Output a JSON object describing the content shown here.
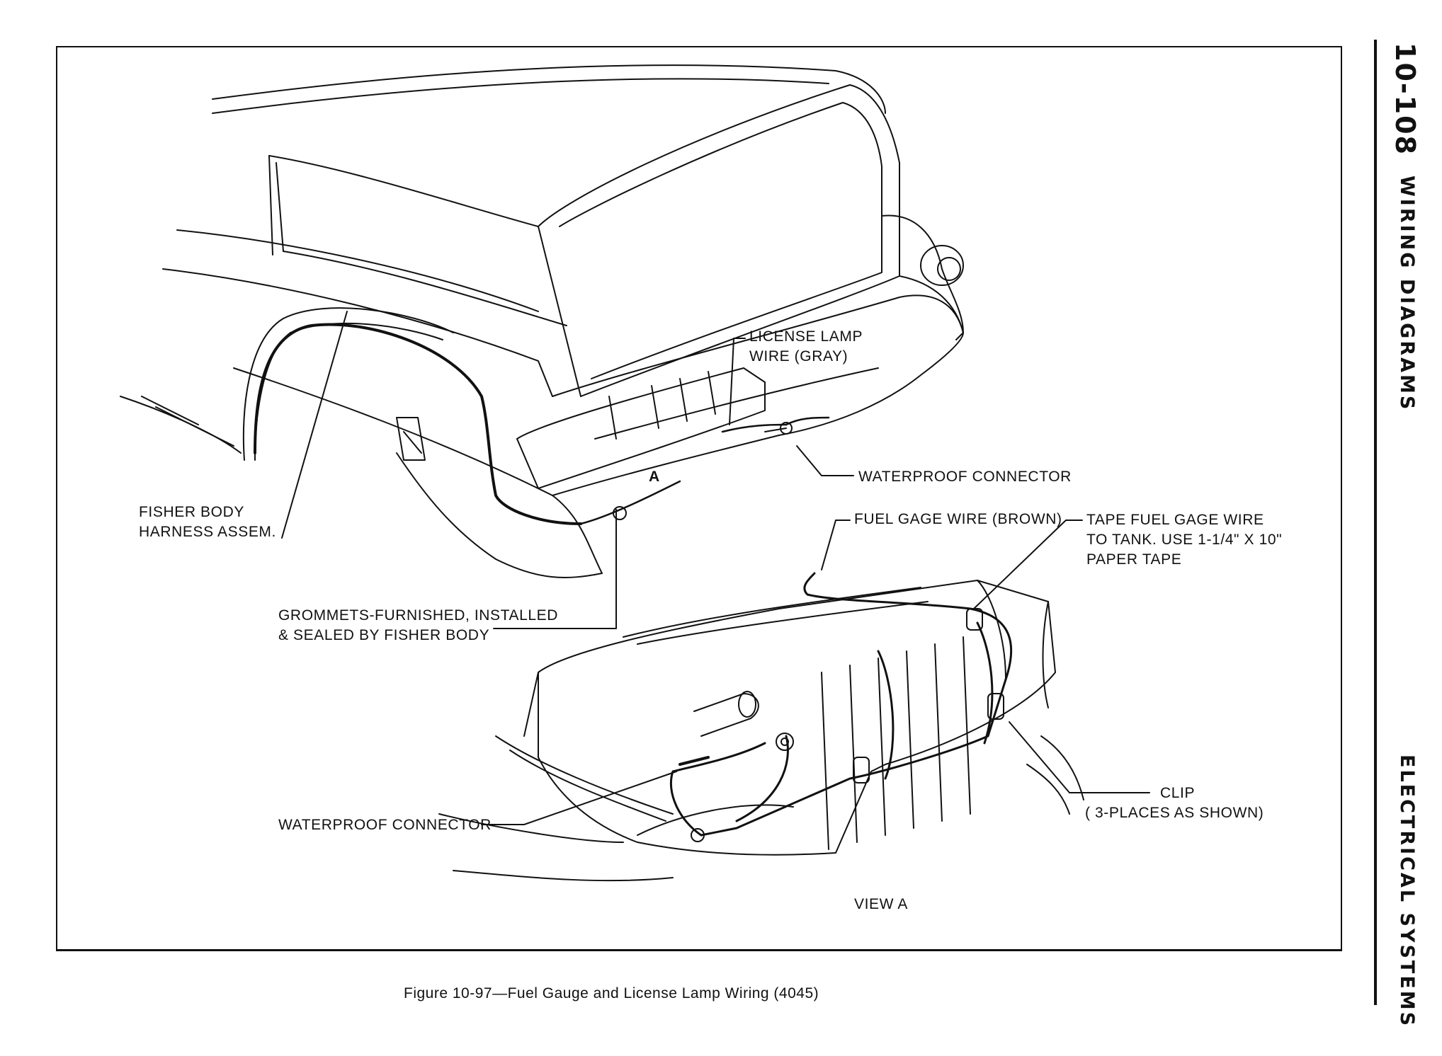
{
  "page": {
    "number": "10-108",
    "section_title": "WIRING DIAGRAMS",
    "chapter_title": "ELECTRICAL SYSTEMS"
  },
  "figure": {
    "caption": "Figure 10-97—Fuel Gauge and License Lamp Wiring (4045)"
  },
  "callouts": {
    "license_lamp_wire": [
      "LICENSE LAMP",
      "WIRE (GRAY)"
    ],
    "waterproof_connector_upper": "WATERPROOF CONNECTOR",
    "fisher_body_harness": [
      "FISHER BODY",
      "HARNESS ASSEM."
    ],
    "fuel_gage_wire": "FUEL GAGE WIRE (BROWN)",
    "tape_fuel_gage_wire": [
      "TAPE FUEL GAGE WIRE",
      "TO TANK. USE 1-1/4\" X 10\"",
      "PAPER TAPE"
    ],
    "grommets": [
      "GROMMETS-FURNISHED, INSTALLED",
      "& SEALED BY FISHER BODY"
    ],
    "waterproof_connector_lower": "WATERPROOF CONNECTOR",
    "clip": [
      "CLIP",
      "( 3-PLACES AS SHOWN)"
    ],
    "view_a": "VIEW A",
    "view_marker": "A"
  }
}
